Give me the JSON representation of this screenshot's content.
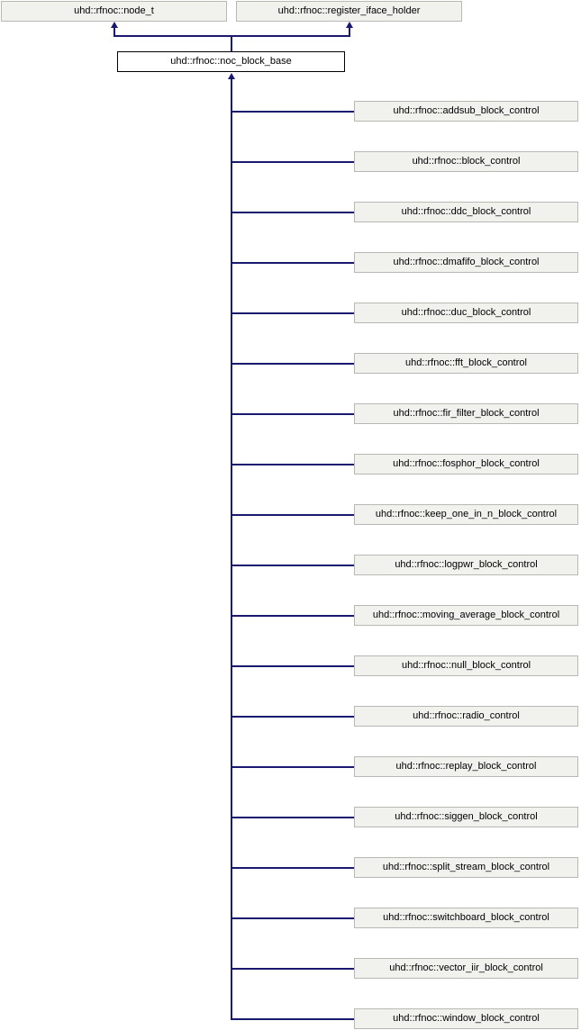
{
  "parents": [
    {
      "label": "uhd::rfnoc::node_t"
    },
    {
      "label": "uhd::rfnoc::register_iface_holder"
    }
  ],
  "base": {
    "label": "uhd::rfnoc::noc_block_base"
  },
  "children": [
    {
      "label": "uhd::rfnoc::addsub_block_control"
    },
    {
      "label": "uhd::rfnoc::block_control"
    },
    {
      "label": "uhd::rfnoc::ddc_block_control"
    },
    {
      "label": "uhd::rfnoc::dmafifo_block_control"
    },
    {
      "label": "uhd::rfnoc::duc_block_control"
    },
    {
      "label": "uhd::rfnoc::fft_block_control"
    },
    {
      "label": "uhd::rfnoc::fir_filter_block_control"
    },
    {
      "label": "uhd::rfnoc::fosphor_block_control"
    },
    {
      "label": "uhd::rfnoc::keep_one_in_n_block_control"
    },
    {
      "label": "uhd::rfnoc::logpwr_block_control"
    },
    {
      "label": "uhd::rfnoc::moving_average_block_control"
    },
    {
      "label": "uhd::rfnoc::null_block_control"
    },
    {
      "label": "uhd::rfnoc::radio_control"
    },
    {
      "label": "uhd::rfnoc::replay_block_control"
    },
    {
      "label": "uhd::rfnoc::siggen_block_control"
    },
    {
      "label": "uhd::rfnoc::split_stream_block_control"
    },
    {
      "label": "uhd::rfnoc::switchboard_block_control"
    },
    {
      "label": "uhd::rfnoc::vector_iir_block_control"
    },
    {
      "label": "uhd::rfnoc::window_block_control"
    }
  ],
  "colors": {
    "bg_color": "#ffffff",
    "edge_color": "#191970",
    "node_fill": "#f1f1ed",
    "node_border": "#b6bab2",
    "focus_fill": "#ffffff",
    "focus_border": "#000000",
    "text_color": "#000000"
  }
}
